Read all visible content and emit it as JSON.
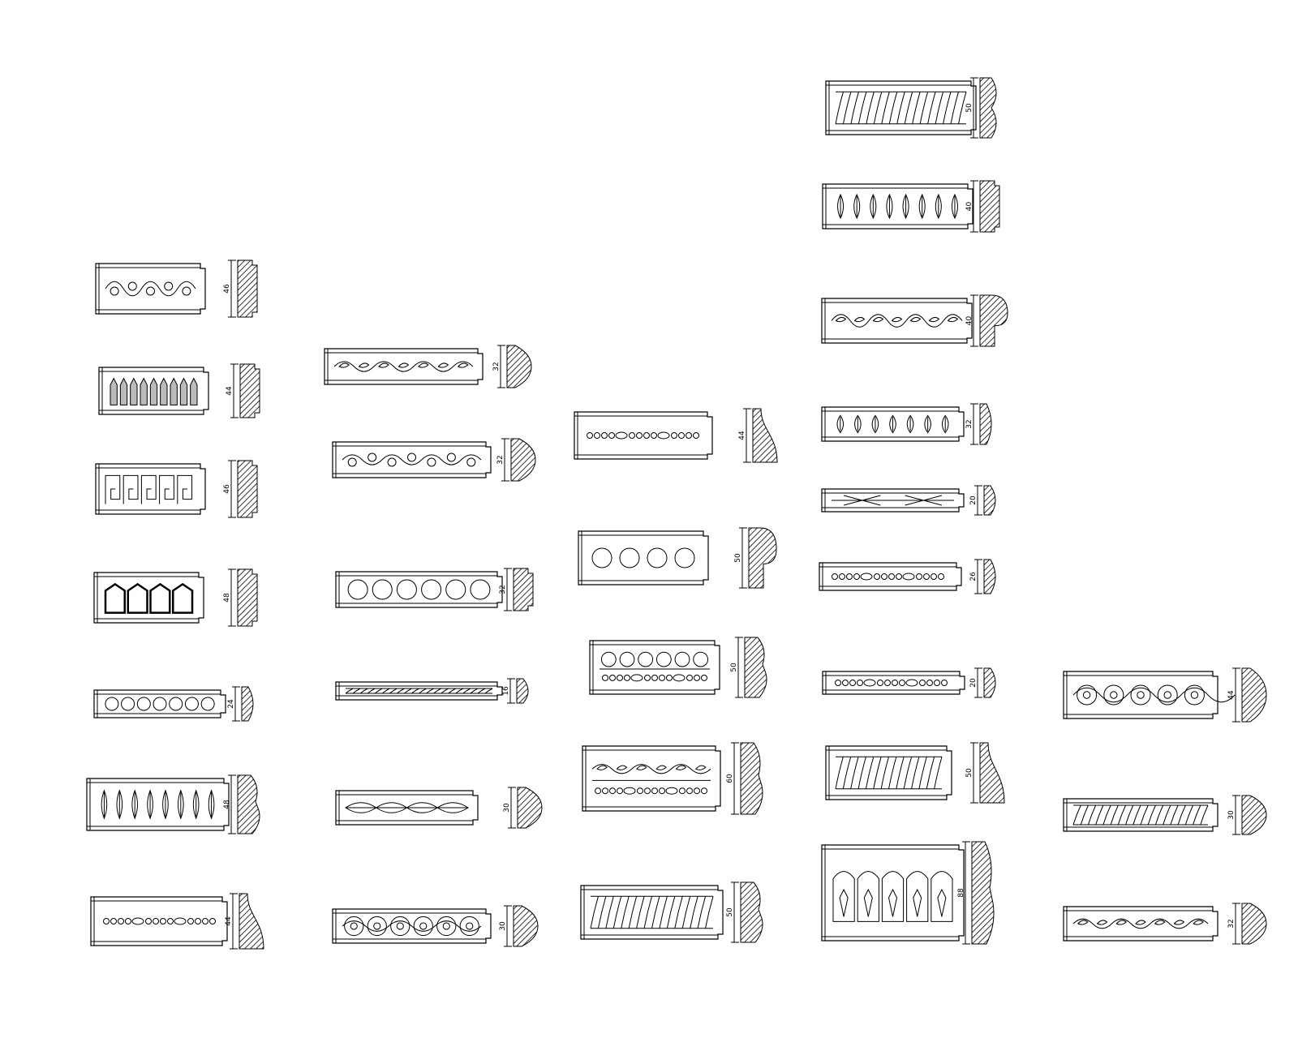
{
  "drawing": {
    "description_free": true,
    "columns": [
      {
        "id": "col1",
        "mouldings": [
          {
            "id": "m1-1",
            "pattern": "vine-scroll",
            "height_label": "46",
            "profile": "flat-step"
          },
          {
            "id": "m1-2",
            "pattern": "pointed-arch-panels",
            "height_label": "44",
            "profile": "flat-step"
          },
          {
            "id": "m1-3",
            "pattern": "greek-key",
            "height_label": "46",
            "profile": "flat-step"
          },
          {
            "id": "m1-4",
            "pattern": "gothic-arch",
            "height_label": "48",
            "profile": "flat-step"
          },
          {
            "id": "m1-5",
            "pattern": "bead-circles",
            "height_label": "24",
            "profile": "small-round"
          },
          {
            "id": "m1-6",
            "pattern": "leaf-and-dart",
            "height_label": "48",
            "profile": "stepped-wave"
          },
          {
            "id": "m1-7",
            "pattern": "bead-reel-ogee",
            "height_label": "44",
            "profile": "ogee"
          }
        ]
      },
      {
        "id": "col2",
        "mouldings": [
          {
            "id": "m2-1",
            "pattern": "floral-vine",
            "height_label": "32",
            "profile": "half-round"
          },
          {
            "id": "m2-2",
            "pattern": "rosette-scroll",
            "height_label": "32",
            "profile": "half-round"
          },
          {
            "id": "m2-3",
            "pattern": "egg-row",
            "height_label": "32",
            "profile": "flat-step"
          },
          {
            "id": "m2-4",
            "pattern": "rope",
            "height_label": "16",
            "profile": "small-round"
          },
          {
            "id": "m2-5",
            "pattern": "acanthus-leaf",
            "height_label": "30",
            "profile": "half-round"
          },
          {
            "id": "m2-6",
            "pattern": "guilloche",
            "height_label": "30",
            "profile": "half-round"
          }
        ]
      },
      {
        "id": "col3",
        "mouldings": [
          {
            "id": "m3-1",
            "pattern": "bead-reel-ogee",
            "height_label": "44",
            "profile": "ogee"
          },
          {
            "id": "m3-2",
            "pattern": "large-circles-rope",
            "height_label": "50",
            "profile": "bullnose"
          },
          {
            "id": "m3-3",
            "pattern": "circles-bead-reel",
            "height_label": "50",
            "profile": "stepped-wave"
          },
          {
            "id": "m3-4",
            "pattern": "laurel-bead-reel",
            "height_label": "60",
            "profile": "stepped-wave"
          },
          {
            "id": "m3-5",
            "pattern": "rope-ogee",
            "height_label": "50",
            "profile": "stepped-wave"
          }
        ]
      },
      {
        "id": "col4",
        "mouldings": [
          {
            "id": "m4-1",
            "pattern": "rope-ogee",
            "height_label": "50",
            "profile": "double-wave"
          },
          {
            "id": "m4-2",
            "pattern": "pendant-leaf",
            "height_label": "40",
            "profile": "flat-step"
          },
          {
            "id": "m4-3",
            "pattern": "laurel-band",
            "height_label": "40",
            "profile": "bullnose"
          },
          {
            "id": "m4-4",
            "pattern": "anthemion",
            "height_label": "32",
            "profile": "small-round"
          },
          {
            "id": "m4-5",
            "pattern": "cross-ribbon",
            "height_label": "20",
            "profile": "small-round"
          },
          {
            "id": "m4-6",
            "pattern": "bead-reel",
            "height_label": "26",
            "profile": "small-round"
          },
          {
            "id": "m4-7",
            "pattern": "bead-reel",
            "height_label": "20",
            "profile": "small-round"
          },
          {
            "id": "m4-8",
            "pattern": "rope-ogee",
            "height_label": "50",
            "profile": "ogee"
          },
          {
            "id": "m4-9",
            "pattern": "arched-niche",
            "height_label": "88",
            "profile": "stepped-wave"
          }
        ]
      },
      {
        "id": "col5",
        "mouldings": [
          {
            "id": "m5-1",
            "pattern": "guilloche",
            "height_label": "44",
            "profile": "half-round"
          },
          {
            "id": "m5-2",
            "pattern": "rope",
            "height_label": "30",
            "profile": "half-round"
          },
          {
            "id": "m5-3",
            "pattern": "laurel-band",
            "height_label": "32",
            "profile": "half-round"
          }
        ]
      }
    ]
  }
}
